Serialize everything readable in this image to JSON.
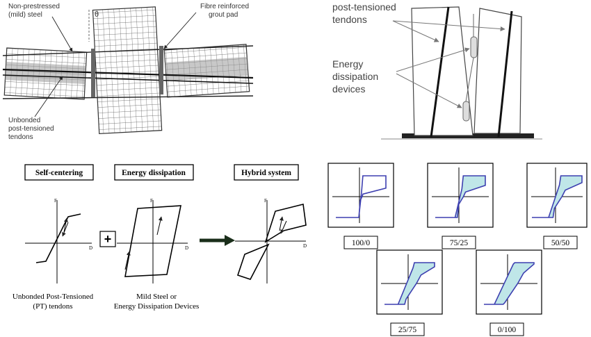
{
  "connection": {
    "label_mild_steel": [
      "Non-prestressed",
      "(mild) steel"
    ],
    "label_grout": [
      "Fibre reinforced",
      "grout pad"
    ],
    "label_theta": "θ",
    "label_tendons": [
      "Unbonded",
      "post-tensioned",
      "tendons"
    ]
  },
  "wall": {
    "label_tendons": [
      "post-tensioned",
      "tendons"
    ],
    "label_devices": [
      "Energy",
      "dissipation",
      "devices"
    ]
  },
  "concept": {
    "self_centering": {
      "title": "Self-centering",
      "caption": [
        "Unbonded Post-Tensioned",
        "(PT) tendons"
      ]
    },
    "plus_sign": "+",
    "energy": {
      "title": "Energy dissipation",
      "caption": [
        "Mild Steel or",
        "Energy Dissipation Devices"
      ]
    },
    "hybrid": {
      "title": "Hybrid system"
    },
    "axis_f": "F",
    "axis_d": "D"
  },
  "hysteresis": {
    "fill_color": "#bfe6e8",
    "stroke_color": "#3d3fb0",
    "panels": [
      {
        "label": "100/0",
        "pt_fraction": 1.0
      },
      {
        "label": "75/25",
        "pt_fraction": 0.75
      },
      {
        "label": "50/50",
        "pt_fraction": 0.5
      },
      {
        "label": "25/75",
        "pt_fraction": 0.25
      },
      {
        "label": "0/100",
        "pt_fraction": 0.0
      }
    ]
  }
}
